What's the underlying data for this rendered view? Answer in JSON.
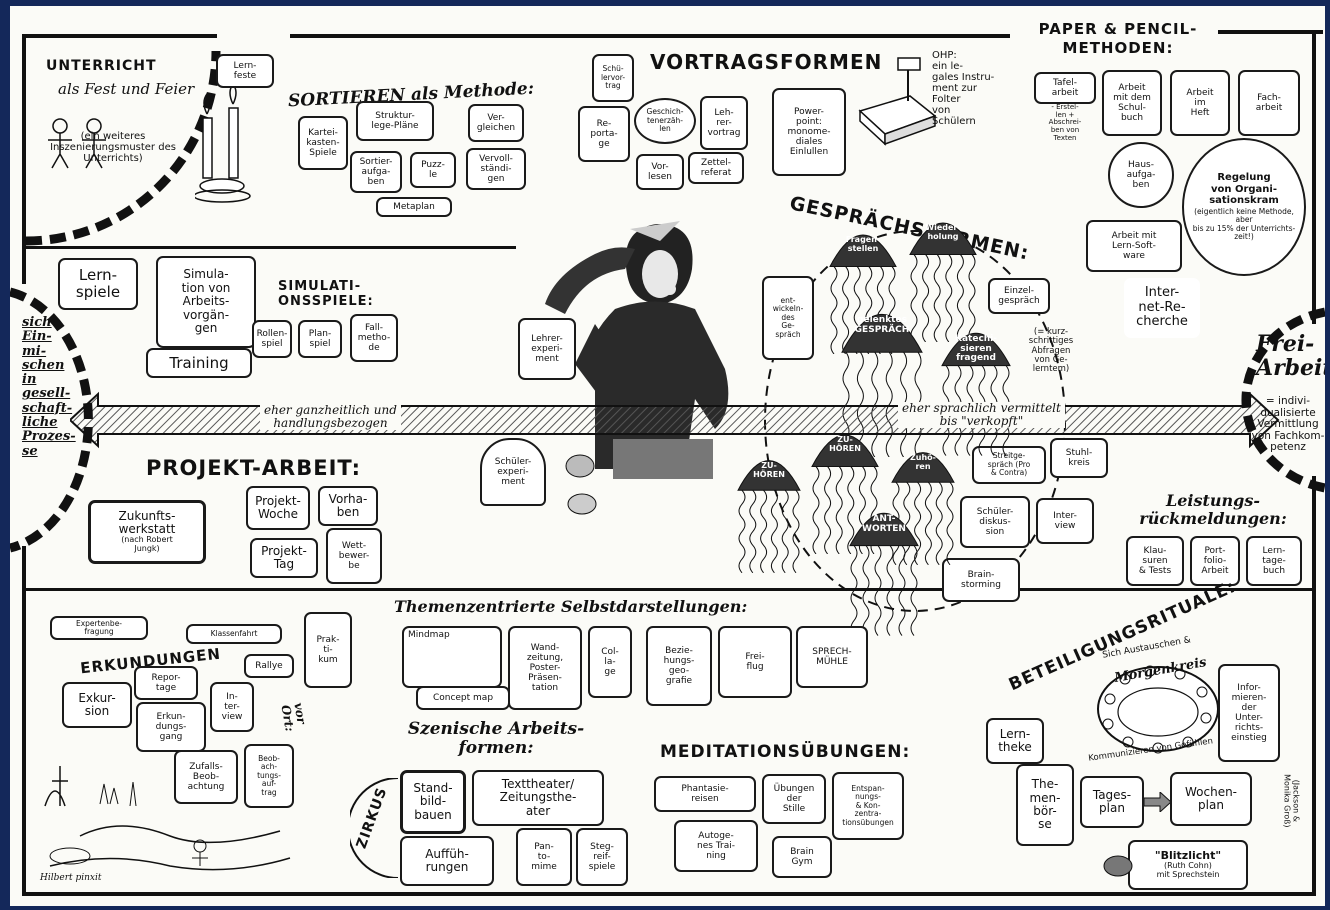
{
  "unterricht": {
    "title": "UNTERRICHT",
    "subtitle": "als Fest und Feier",
    "note": "(ein weiteres Inszenierungsmuster des Unterrichts)",
    "lernfeste": "Lern-\nfeste"
  },
  "sortieren": {
    "title": "SORTIEREN als Methode:",
    "items": [
      "Kartei-\nkasten-\nSpiele",
      "Struktur-\nlege-Pläne",
      "Ver-\ngleichen",
      "Sortier-\naufga-\nben",
      "Puzz-\nle",
      "Vervoll-\nständi-\ngen",
      "Metaplan"
    ]
  },
  "vortrag": {
    "title": "VORTRAGSFORMEN",
    "items": [
      "Schü-\nlervor-\ntrag",
      "Re-\nporta-\nge",
      "Geschich-\ntenerzäh-\nlen",
      "Leh-\nrer-\nvortrag",
      "Vor-\nlesen",
      "Zettel-\nreferat",
      "Power-\npoint:\nmonome-\ndiales\nEinlullen"
    ],
    "ohp": "OHP:\nein le-\ngales Instru-\nment zur\nFolter\nvon\nSchülern"
  },
  "paper": {
    "title": "PAPER & PENCIL-\nMETHODEN:",
    "items": [
      "Tafel-\narbeit",
      "Arbeit\nmit dem\nSchul-\nbuch",
      "Arbeit\nim\nHeft",
      "Fach-\narbeit",
      "Haus-\naufga-\nben",
      "Arbeit mit\nLern-Soft-\nware",
      "Inter-\nnet-Re-\ncherche"
    ],
    "tafel_note": "- Erstel-\nlen +\nAbschrei-\nben von\nTexten",
    "organisation": "Regelung\nvon Organi-\nsationskram",
    "organisation_note": "(eigentlich keine Methode, aber\nbis zu 15% der Unterrichts-\nzeit!)"
  },
  "gespraech": {
    "title": "GESPRÄCHSFORMEN:",
    "jellyfish": [
      "Fragen-\nstellen",
      "Wieder-\nholung",
      "gelenktes\nGESPRÄCH",
      "Katechi-\nsieren\nfragend",
      "ZU-\nHÖREN",
      "ZU-\nHÖREN",
      "Zuhö-\nren",
      "ANT-\nWORTEN"
    ],
    "items": [
      "ent-\nwickeln-\ndes\nGe-\nspräch",
      "Einzel-\ngespräch",
      "Streitge-\nspräch (Pro\n& Contra)",
      "Stuhl-\nkreis",
      "Schüler-\ndiskus-\nsion",
      "Inter-\nview",
      "Brain-\nstorming"
    ],
    "katechis_note": "(= kurz-\nschrittiges\nAbfragen\nvon Ge-\nlerntem)"
  },
  "simulation": {
    "title": "SIMULATI-\nONSSPIELE:",
    "items": [
      "Lern-\nspiele",
      "Simula-\ntion von\nArbeits-\nvorgän-\ngen",
      "Rollen-\nspiel",
      "Plan-\nspiel",
      "Fall-\nmetho-\nde",
      "Training"
    ]
  },
  "axis": {
    "left_label": "eher ganzheitlich und\nhandlungsbezogen",
    "right_label": "eher sprachlich vermittelt\nbis \"verkopft\"",
    "left_end": "sich\nEin-\nmi-\nschen\nin\ngesell-\nschaft-\nliche\nProzes-\nse",
    "right_end_title": "Frei-\nArbeit",
    "right_end_note": "= indivi-\ndualisierte\nVermittlung\nvon Fachkom-\npetenz"
  },
  "experimente": [
    "Lehrer-\nexperi-\nment",
    "Schüler-\nexperi-\nment"
  ],
  "projekt": {
    "title": "PROJEKT-ARBEIT:",
    "items": [
      "Zukunfts-\nwerkstatt",
      "Projekt-\nWoche",
      "Vorha-\nben",
      "Projekt-\nTag",
      "Wett-\nbewer-\nbe"
    ],
    "zukunft_note": "(nach Robert\nJungk)"
  },
  "leistung": {
    "title": "Leistungs-\nrückmeldungen:",
    "items": [
      "Klau-\nsuren\n& Tests",
      "Port-\nfolio-\nArbeit",
      "Lern-\ntage-\nbuch"
    ]
  },
  "themen": {
    "title": "Themenzentrierte Selbstdarstellungen:",
    "items": [
      "Mindmap",
      "Concept map",
      "Wand-\nzeitung,\nPoster-\nPräsen-\ntation",
      "Col-\nla-\nge",
      "Bezie-\nhungs-\ngeo-\ngrafie",
      "Frei-\nflug",
      "SPRECH-\nMÜHLE"
    ]
  },
  "erkundung": {
    "title": "ERKUNDUNGEN",
    "vor_ort": "vor\nOrt:",
    "items": [
      "Expertenbe-\nfragung",
      "Klassenfahrt",
      "Prak-\nti-\nkum",
      "Repor-\ntage",
      "Rallye",
      "Exkur-\nsion",
      "Erkun-\ndungs-\ngang",
      "In-\nter-\nview",
      "Zufalls-\nBeob-\nachtung",
      "Beob-\nach-\ntungs-\nauf-\ntrag"
    ]
  },
  "szenisch": {
    "title": "Szenische Arbeits-\nformen:",
    "zirkus": "ZIRKUS",
    "items": [
      "Stand-\nbild-\nbauen",
      "Texttheater/\nZeitungsthe-\nater",
      "Auffüh-\nrungen",
      "Pan-\nto-\nmime",
      "Steg-\nreif-\nspiele"
    ]
  },
  "meditation": {
    "title": "MEDITATIONSÜBUNGEN:",
    "items": [
      "Phantasie-\nreisen",
      "Übungen\nder\nStille",
      "Entspan-\nnungs-\n& Kon-\nzentra-\ntionsübungen",
      "Autoge-\nnes Trai-\nning",
      "Brain\nGym"
    ]
  },
  "beteiligung": {
    "title": "BETEILIGUNGSRITUALE:",
    "morgenkreis": "Morgenkreis",
    "arc_top": "Sich Austauschen &",
    "arc_bottom": "Kommunizieren von Gefühlen",
    "items": [
      "Lern-\ntheke",
      "Infor-\nmieren-\nder\nUnter-\nrichts-\neinstieg",
      "The-\nmen-\nbör-\nse",
      "Tages-\nplan",
      "Wochen-\nplan",
      "\"Blitzlicht\""
    ],
    "blitzlicht_note": "(Ruth Cohn)\nmit Sprechstein",
    "jackson": "(Jackson &\nMonika Groß)"
  },
  "signature": "Hilbert pinxit"
}
